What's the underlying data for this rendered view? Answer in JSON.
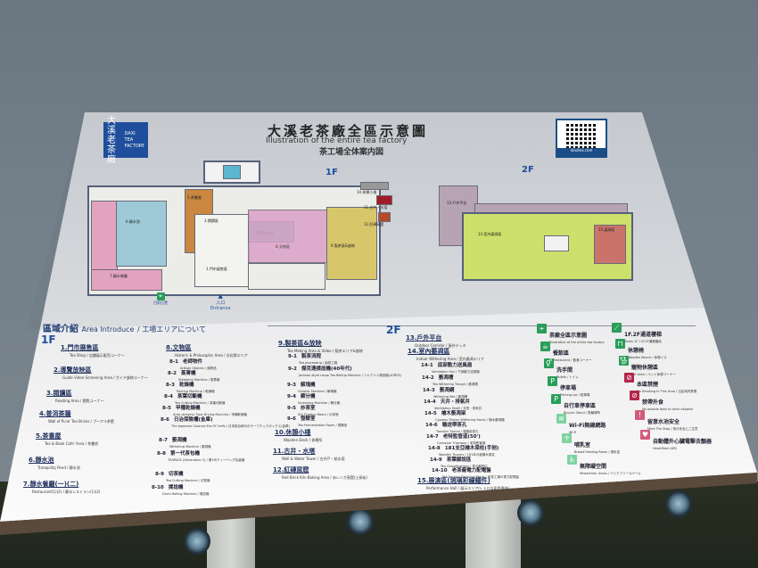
{
  "scene": {
    "description": "Outdoor information sign board mounted on metal posts",
    "colors": {
      "sky_wall": "#74808a",
      "ground": "#222a1e",
      "board": "#f0f0f0",
      "accent_blue": "#1f4f9c",
      "facility_green": "#2a9d5a",
      "warning_red": "#b4254a"
    }
  },
  "header": {
    "logo": {
      "zh": "大溪老茶廠",
      "en_lines": [
        "DAXI",
        "TEA",
        "FACTORY"
      ]
    },
    "title_zh": "大溪老茶廠全區示意圖",
    "title_en": "Illustration of the entire tea factory",
    "title_ja": "茶工場全体案内図",
    "qr": {
      "icon": "qr-code-icon",
      "caption": "daxitea.com"
    }
  },
  "map": {
    "floor1": {
      "label": "1F",
      "rooms": [
        {
          "id": "6",
          "label": "6.靜水池",
          "en": "Tranquility Pond",
          "color": "#9ec9d6"
        },
        {
          "id": "7",
          "label": "7.靜水餐廳",
          "en": "Restaurant",
          "color": "#e2a3bf"
        },
        {
          "id": "5",
          "label": "5.茶書屋",
          "en": "Tea & Book Cafe Area",
          "color": "#c9873f"
        },
        {
          "id": "3",
          "label": "3.閱讀區",
          "en": "Reading Area",
          "color": "#ecece6"
        },
        {
          "id": "4",
          "label": "4.普洱茶牆",
          "en": "Wall of Pu'er Tea Bricks",
          "color": "#ecece6"
        },
        {
          "id": "2",
          "label": "2.導覽放映區",
          "en": "Guide Video Screening Area",
          "color": "#6fbfb0"
        },
        {
          "id": "8",
          "label": "8.文物區",
          "en": "Historic & Philosophic Area",
          "color": "#dba1c8"
        },
        {
          "id": "9",
          "label": "9.製茶區&放映",
          "en": "Tea Making Area & Video",
          "color": "#d8c66a"
        },
        {
          "id": "1",
          "label": "1.門市展售區",
          "en": "Tea Shop",
          "color": "#ecece6"
        }
      ],
      "outer_labels": [
        {
          "label": "10.休憩小棧",
          "en": "Wooden Deck"
        },
        {
          "label": "11.古井・水塔",
          "en": "Well & Water Tower"
        },
        {
          "label": "12.紅磚窯窟",
          "en": "Red Brick Kiln Baking Area"
        }
      ],
      "entrance": {
        "zh": "入口",
        "en": "Entrance"
      },
      "current_location": {
        "zh": "目前位置",
        "en": "current location"
      }
    },
    "floor2": {
      "label": "2F",
      "rooms": [
        {
          "id": "13",
          "label": "13.戶外平台",
          "en": "Outdoor Corridor",
          "color": "#b6a3b3"
        },
        {
          "id": "14",
          "label": "14.室內萎凋區",
          "en": "Indoor Withering Area",
          "color": "#cde06b"
        },
        {
          "id": "15",
          "label": "15.展演區",
          "en": "Performance Hall",
          "color": "#c9736a"
        }
      ]
    }
  },
  "area_intro": {
    "heading_zh": "區域介紹",
    "heading_en": "Area Introduce",
    "heading_ja": "工場エリアについて",
    "floor1_label": "1F",
    "floor2_label": "2F",
    "col1": [
      {
        "num": "1.",
        "zh": "門市展售區",
        "en": "Tea Shop / 店舗展示販売コーナー"
      },
      {
        "num": "2.",
        "zh": "導覽放映區",
        "en": "Guide Video Screening Area / ガイド放映コーナー"
      },
      {
        "num": "3.",
        "zh": "閱讀區",
        "en": "Reading Area / 閲覧コーナー"
      },
      {
        "num": "4.",
        "zh": "普洱茶牆",
        "en": "Wall of Pu'er Tea Bricks / プーアル茶壁"
      },
      {
        "num": "5.",
        "zh": "茶書屋",
        "en": "Tea & Book Cafe' Area / 茶書房"
      },
      {
        "num": "6.",
        "zh": "靜水池",
        "en": "Tranquility Pond / 静水池"
      },
      {
        "num": "7.",
        "zh": "靜水餐廳(一)(二)",
        "en": "Restaurant(1)(2) / 静水レストラン(1)(2)"
      }
    ],
    "col2": {
      "main": {
        "num": "8.",
        "zh": "文物區",
        "en": "Historic & Philosophic Area / 文化財エリア"
      },
      "subs": [
        {
          "num": "8-1",
          "zh": "老師物件",
          "en": "Artisan Objects / 道具品"
        },
        {
          "num": "8-2",
          "zh": "蒸菁機",
          "en": "Steaming Machine / 蒸菁機"
        },
        {
          "num": "8-3",
          "zh": "乾燥機",
          "en": "Parking Machine / 乾燥機"
        },
        {
          "num": "8-4",
          "zh": "茶葉切斷機",
          "en": "Tea Cutting Machine / 茶葉切断機"
        },
        {
          "num": "8-5",
          "zh": "甲種乾燥機",
          "en": "Auto-dynamic Type Drying Machine / 甲種乾燥機"
        },
        {
          "num": "8-6",
          "zh": "日治保險櫃(金庫)",
          "en": "The Japanese Colonial Era Of Coffs / 日本統治時代のモーフチックボックス(金庫)"
        },
        {
          "num": "8-7",
          "zh": "萎凋機",
          "en": "Withering Machine / 萎凋機"
        },
        {
          "num": "8-8",
          "zh": "第一代茶包機",
          "en": "TEAPACK (Generation 1) / 第1代ティーバッグ包装機"
        },
        {
          "num": "8-9",
          "zh": "切茶機",
          "en": "Tea Cutting Machine / 切茶機"
        },
        {
          "num": "8-10",
          "zh": "揉捻機",
          "en": "Drum Rolling Machine / 揉捻機"
        }
      ]
    },
    "col3": {
      "main": {
        "num": "9.",
        "zh": "製茶區&放映",
        "en": "Tea Making Area & Video / 製茶エリア&放映"
      },
      "subs": [
        {
          "num": "9-1",
          "zh": "製茶流程",
          "en": "Tea processing / 製茶工程"
        },
        {
          "num": "9-2",
          "zh": "傑克遜揉捻機(40年代)",
          "en": "Jackson-style Large Tea Rolling Machine / ジャクソン揉捻機(40年代)"
        },
        {
          "num": "9-3",
          "zh": "解塊機",
          "en": "Unroller Machine / 解塊機"
        },
        {
          "num": "9-4",
          "zh": "篩分機",
          "en": "Screening Machine / 篩分機"
        },
        {
          "num": "9-5",
          "zh": "炒茶室",
          "en": "Stir Fixation Room / 炒茶室"
        },
        {
          "num": "9-6",
          "zh": "發酵室",
          "en": "Tea Fermentation Room / 発酵室"
        }
      ],
      "more": [
        {
          "num": "10.",
          "zh": "休憩小棧",
          "en": "Wooden Deck / 休憩所"
        },
        {
          "num": "11.",
          "zh": "古井・水塔",
          "en": "Well & Water Tower / 古井戸・給水塔"
        },
        {
          "num": "12.",
          "zh": "紅磚窯窟",
          "en": "Red Brick Kiln Baking Area / 赤レンガ窯窟(土窯炭)"
        }
      ]
    },
    "col4": {
      "items": [
        {
          "num": "13.",
          "zh": "戶外平台",
          "en": "Outdoor Corridor / 屋外デッキ"
        },
        {
          "num": "14.",
          "zh": "室內萎凋區",
          "en": "Indoor Withering Area / 室内萎凋エリア"
        }
      ],
      "subs": [
        {
          "num": "14-1",
          "zh": "底部動力送風扇",
          "en": "Ventilation Fan / 下部動力送風機"
        },
        {
          "num": "14-2",
          "zh": "萎凋槽",
          "en": "Tea Withering Trough / 萎凋槽"
        },
        {
          "num": "14-3",
          "zh": "萎凋網",
          "en": "Withering Net / 萎凋網"
        },
        {
          "num": "14-4",
          "zh": "天井・排氣井",
          "en": "Ventilation Shaft / 天窓・排気井"
        },
        {
          "num": "14-5",
          "zh": "檜木萎凋架",
          "en": "Cypress Timber Withering Racks / 檜木萎凋棚"
        },
        {
          "num": "14-6",
          "zh": "輸送帶茶孔",
          "en": "Transfer Tunnel / 運搬用茶孔"
        },
        {
          "num": "14-7",
          "zh": "老特監管道(50')",
          "en": "Conveyor Tramway / 老特監管道"
        },
        {
          "num": "14-8",
          "zh": "181支亞檜木梁柱(手刨)",
          "en": "Wooden Trusses / 181本の亜檜木梁柱"
        },
        {
          "num": "14-9",
          "zh": "茶葉解說區",
          "en": "Tea Classifications / 茶の解説区"
        },
        {
          "num": "14-10",
          "zh": "老茶廠電力配電盤",
          "en": "Tea Factory Electrical Panel / 老茶工場の電力配電盤"
        }
      ],
      "last": {
        "num": "15.",
        "zh": "展演區(琉璃彩繪鐵件)",
        "en": "Performance Hall / 展示エリア(レトロな彩色鉄件)"
      }
    },
    "facility_legend": [
      {
        "icon": "location-pin-icon",
        "color": "#2a9d5a",
        "zh": "茶廠全區示意圖",
        "en": "Illustration of the entire tea factory"
      },
      {
        "icon": "restaurant-icon",
        "color": "#2a9d5a",
        "zh": "餐飲區",
        "en": "Restaurant / 飲食コーナー"
      },
      {
        "icon": "toilet-icon",
        "color": "#2a9d5a",
        "zh": "洗手間",
        "en": "Toilets / トイレ"
      },
      {
        "icon": "parking-icon",
        "color": "#2a9d5a",
        "zh": "停車場",
        "en": "Parking Lot / 駐車場"
      },
      {
        "icon": "bicycle-icon",
        "color": "#2a9d5a",
        "zh": "自行車停車區",
        "en": "Bicycle Stand / 駐輪場所"
      },
      {
        "icon": "wifi-icon",
        "color": "#7ed3a0",
        "zh": "Wi-Fi無線網路",
        "en": "Wi-Fi"
      },
      {
        "icon": "nursing-room-icon",
        "color": "#7ed3a0",
        "zh": "哺乳室",
        "en": "Breast Feeding Room / 授乳室"
      },
      {
        "icon": "wheelchair-icon",
        "color": "#7ed3a0",
        "zh": "無障礙空間",
        "en": "Wheelchair Areas / バリアフリースペース"
      },
      {
        "icon": "stairs-icon",
        "color": "#2a9d5a",
        "zh": "1F.2F通道樓梯",
        "en": "Stairs 1F / 1F.2F通路階段"
      },
      {
        "icon": "bench-icon",
        "color": "#2a9d5a",
        "zh": "休憩椅",
        "en": "Wooden Bench / 休憩イス"
      },
      {
        "icon": "pet-icon",
        "color": "#2a9d5a",
        "zh": "寵物休憩區",
        "en": "Pet Area / ペット休憩コーナー"
      },
      {
        "icon": "no-smoking-icon",
        "color": "#b4254a",
        "zh": "本區禁煙",
        "en": "No Smoking In This Area / 当区域内禁煙"
      },
      {
        "icon": "no-food-icon",
        "color": "#b4254a",
        "zh": "禁帶外食",
        "en": "No outside food or drink allowed"
      },
      {
        "icon": "mind-step-icon",
        "color": "#d45a7c",
        "zh": "留意水池安全",
        "en": "Mind The Step / 池の安全にご注意"
      },
      {
        "icon": "aed-icon",
        "color": "#d45a7c",
        "zh": "自動體外心臟電擊去顫器",
        "en": "HeartStart AED"
      }
    ]
  }
}
